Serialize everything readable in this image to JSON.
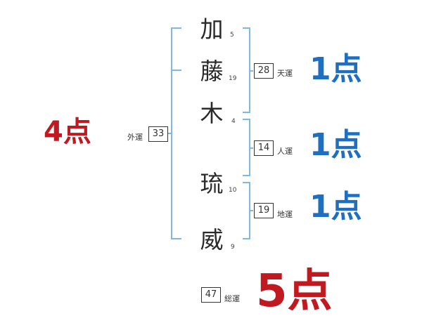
{
  "surname": [
    {
      "char": "加",
      "strokes": "5"
    },
    {
      "char": "藤",
      "strokes": "19"
    },
    {
      "char": "木",
      "strokes": "4"
    }
  ],
  "given": [
    {
      "char": "琉",
      "strokes": "10"
    },
    {
      "char": "威",
      "strokes": "9"
    }
  ],
  "tenkaku": {
    "value": "28",
    "label": "天運",
    "score": "1点"
  },
  "jinkaku": {
    "value": "14",
    "label": "人運",
    "score": "1点"
  },
  "chikaku": {
    "value": "19",
    "label": "地運",
    "score": "1点"
  },
  "gaikaku": {
    "value": "33",
    "label": "外運",
    "score": "4点"
  },
  "soukaku": {
    "value": "47",
    "label": "総運",
    "score": "5点"
  },
  "colors": {
    "bracket": "#7fb8e0",
    "score_blue": "#1f6fc1",
    "score_red": "#c0191f"
  }
}
